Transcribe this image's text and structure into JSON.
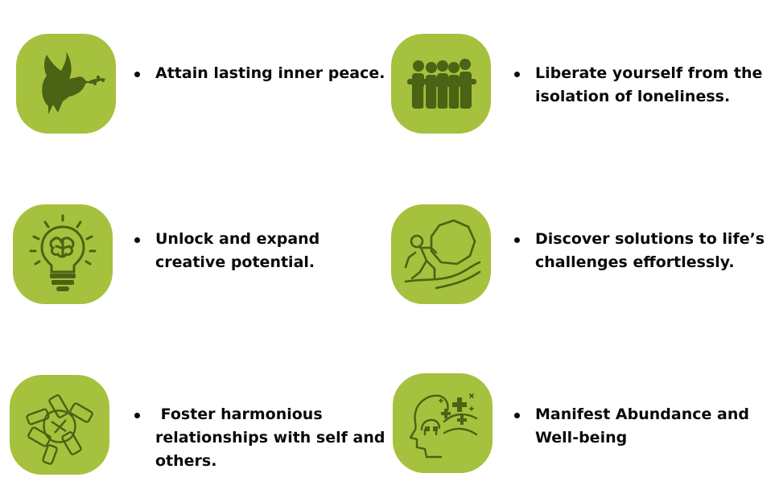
{
  "theme": {
    "tile_color": "#a6c13d",
    "icon_color": "#4a6314",
    "text_color": "#0a0a0a"
  },
  "benefits": [
    {
      "text": "Attain lasting inner peace.",
      "icon": "dove-icon"
    },
    {
      "text": "Liberate yourself from the isolation of loneliness.",
      "icon": "group-hug-icon"
    },
    {
      "text": "Unlock and expand creative potential.",
      "icon": "lightbulb-brain-icon"
    },
    {
      "text": "Discover solutions to life’s challenges effortlessly.",
      "icon": "boulder-push-icon"
    },
    {
      "text": " Foster harmonious relationships with self and others.",
      "icon": "joined-hands-icon"
    },
    {
      "text": "Manifest Abundance and Well-being",
      "icon": "magnet-mind-icon"
    }
  ]
}
